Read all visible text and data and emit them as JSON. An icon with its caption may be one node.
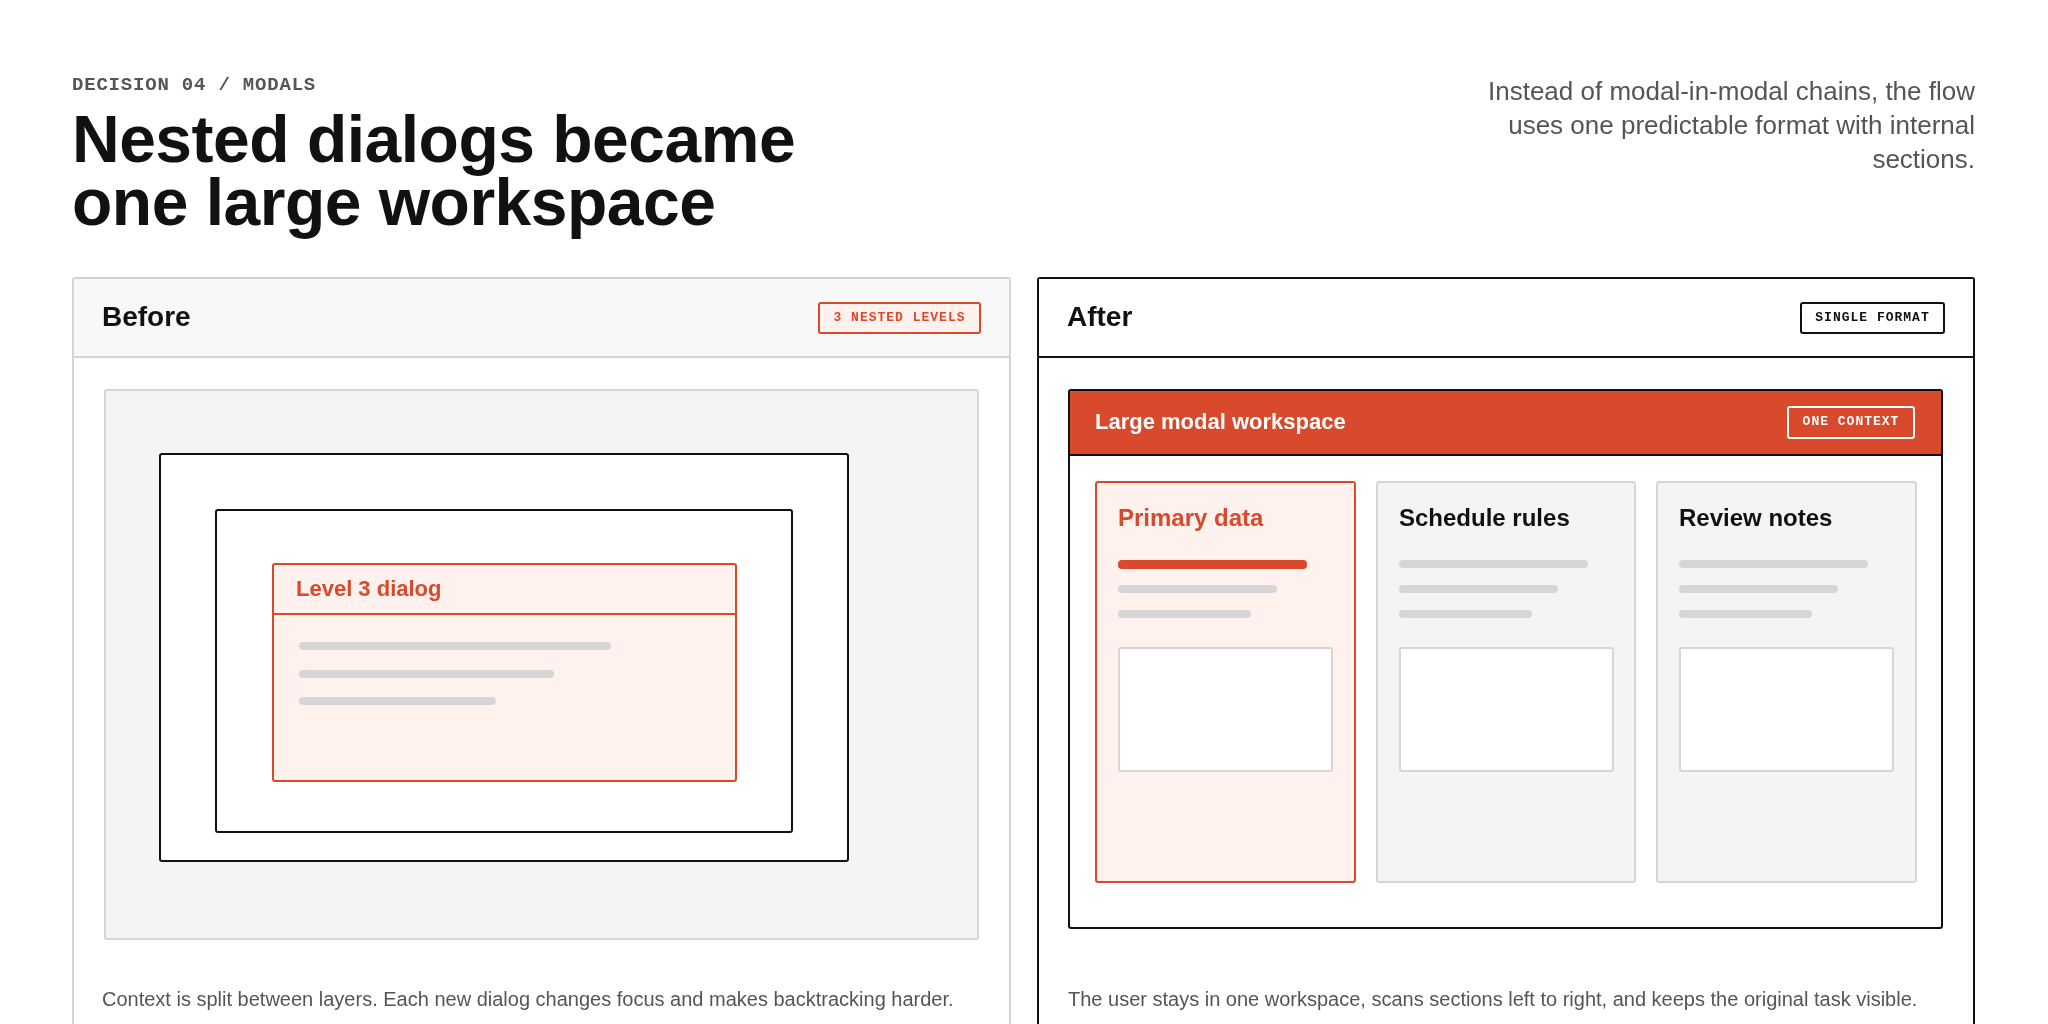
{
  "diagram": {
    "title": "Nested dialogs became one large workspace",
    "nodes": [
      {
        "text": [
          "Before",
          "Context is split between layers. Each new dialog changes focus and makes backtracking harder."
        ]
      },
      {
        "text": [
          "3 NESTED LEVELS"
        ],
        "in": 0
      },
      {
        "text": [],
        "shape": "box",
        "in": 0
      },
      {
        "text": [],
        "shape": "box",
        "in": 2
      },
      {
        "text": [],
        "shape": "box",
        "in": 3
      },
      {
        "text": [
          "Level 3 dialog"
        ],
        "in": 4
      },
      {
        "text": [
          "After",
          "The user stays in one workspace, scans sections left to right, and keeps the original task visible."
        ]
      },
      {
        "text": [
          "SINGLE FORMAT"
        ],
        "in": 6
      },
      {
        "text": [
          "Large modal workspace"
        ],
        "in": 6
      },
      {
        "text": [
          "ONE CONTEXT"
        ],
        "in": 8
      },
      {
        "text": [
          "Primary data"
        ],
        "in": 8
      },
      {
        "text": [
          "Schedule rules"
        ],
        "in": 8
      },
      {
        "text": [
          "Review notes"
        ],
        "in": 8
      }
    ],
    "labels": [
      "DECISION 04 / MODALS",
      "Instead of modal-in-modal chains, the flow uses one predictable format with internal sections."
    ]
  }
}
